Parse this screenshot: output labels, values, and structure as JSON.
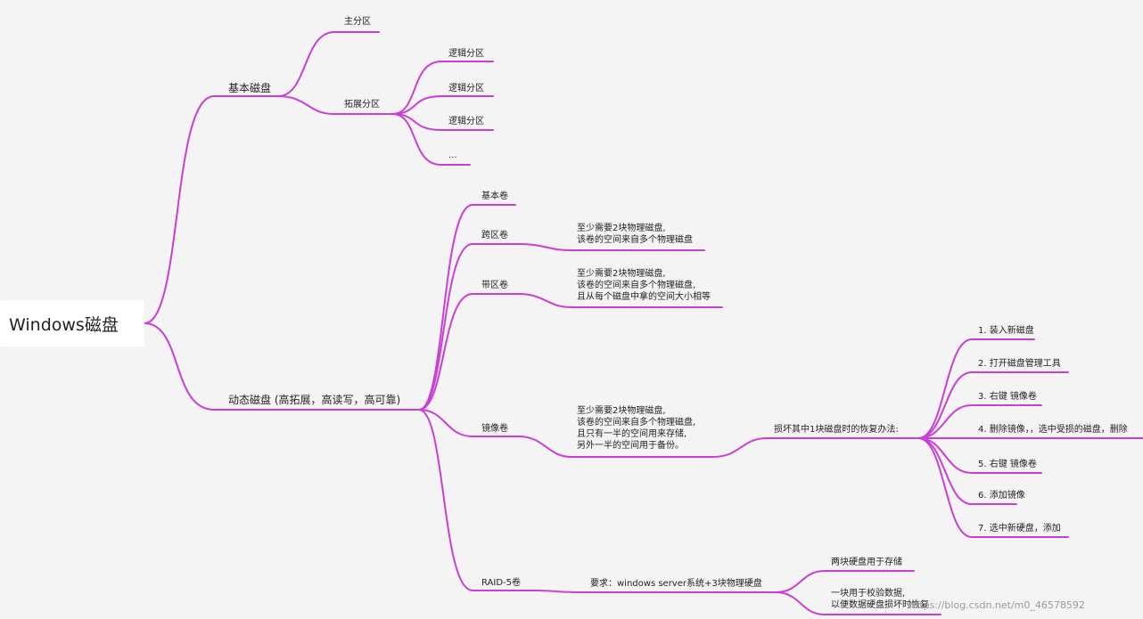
{
  "root": "Windows磁盘",
  "branches": {
    "basic": {
      "label": "基本磁盘",
      "primary": "主分区",
      "extended": "拓展分区",
      "logical": [
        "逻辑分区",
        "逻辑分区",
        "逻辑分区",
        "..."
      ]
    },
    "dynamic": {
      "label": "动态磁盘 (高拓展，高读写，高可靠)",
      "simple": "基本卷",
      "spanned": "跨区卷",
      "spanned_note": "至少需要2块物理磁盘,\n该卷的空间来自多个物理磁盘",
      "striped": "带区卷",
      "striped_note": "至少需要2块物理磁盘,\n该卷的空间来自多个物理磁盘,\n且从每个磁盘中拿的空间大小相等",
      "mirror": "镜像卷",
      "mirror_note": "至少需要2块物理磁盘,\n该卷的空间来自多个物理磁盘,\n且只有一半的空间用来存储,\n另外一半的空间用于备份。",
      "recovery": "损坏其中1块磁盘时的恢复办法:",
      "steps": [
        "1. 装入新磁盘",
        "2. 打开磁盘管理工具",
        "3. 右键 镜像卷",
        "4. 删除镜像，，选中受损的磁盘，删除",
        "5. 右键 镜像卷",
        "6. 添加镜像",
        "7. 选中新硬盘，添加"
      ],
      "raid5": "RAID-5卷",
      "raid5_req": "要求：windows server系统+3块物理硬盘",
      "raid5_items": [
        "两块硬盘用于存储",
        "一块用于校验数据,\n以便数据硬盘损坏时恢复"
      ]
    }
  },
  "watermark": "https://blog.csdn.net/m0_46578592",
  "colors": {
    "line": "#c93fd6",
    "text": "#222222"
  }
}
